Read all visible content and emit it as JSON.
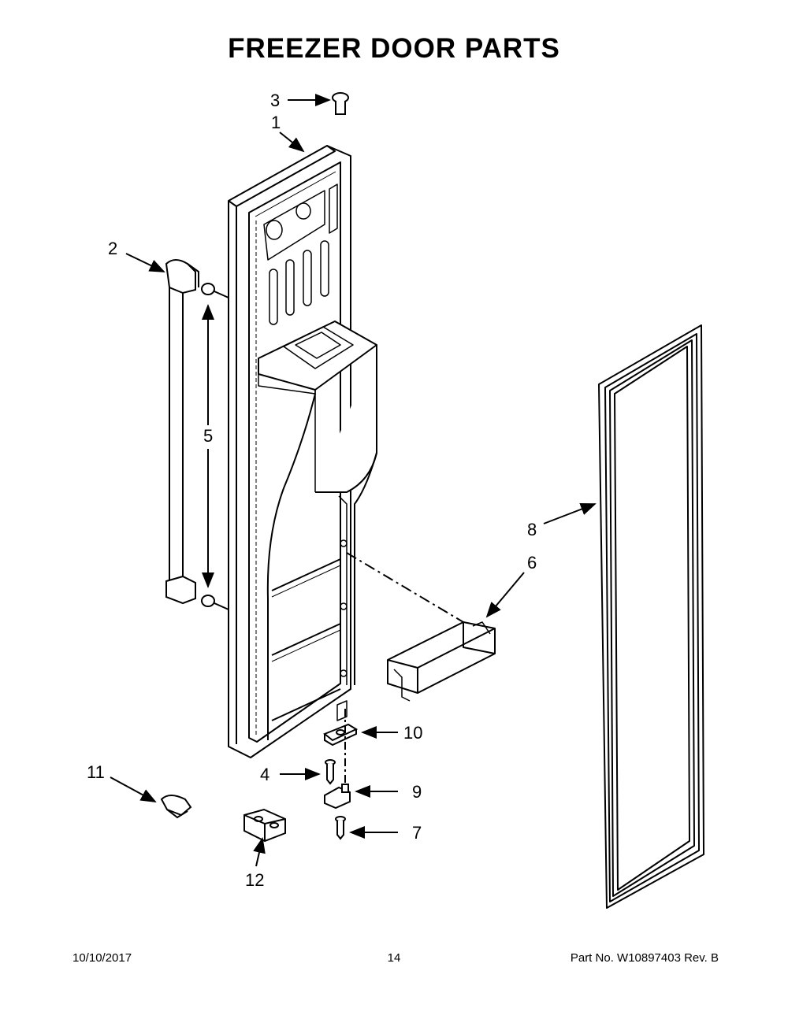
{
  "title": "FREEZER DOOR PARTS",
  "callouts": [
    {
      "id": "1",
      "label": "1"
    },
    {
      "id": "2",
      "label": "2"
    },
    {
      "id": "3",
      "label": "3"
    },
    {
      "id": "4",
      "label": "4"
    },
    {
      "id": "5",
      "label": "5"
    },
    {
      "id": "6",
      "label": "6"
    },
    {
      "id": "7",
      "label": "7"
    },
    {
      "id": "8",
      "label": "8"
    },
    {
      "id": "9",
      "label": "9"
    },
    {
      "id": "10",
      "label": "10"
    },
    {
      "id": "11",
      "label": "11"
    },
    {
      "id": "12",
      "label": "12"
    }
  ],
  "footer": {
    "date": "10/10/2017",
    "page": "14",
    "part_info": "Part No.  W10897403  Rev.  B"
  }
}
